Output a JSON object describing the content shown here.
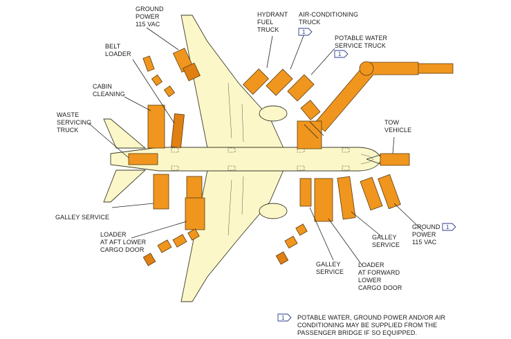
{
  "labels": {
    "ground_power_top": [
      "GROUND",
      "POWER",
      "115 VAC"
    ],
    "hydrant_fuel_truck": [
      "HYDRANT",
      "FUEL",
      "TRUCK"
    ],
    "air_conditioning_truck": [
      "AIR-CONDITIONING",
      "TRUCK"
    ],
    "potable_water_truck": [
      "POTABLE WATER",
      "SERVICE TRUCK"
    ],
    "belt_loader": [
      "BELT",
      "LOADER"
    ],
    "cabin_cleaning": [
      "CABIN",
      "CLEANING"
    ],
    "waste_servicing_truck": [
      "WASTE",
      "SERVICING",
      "TRUCK"
    ],
    "tow_vehicle": [
      "TOW",
      "VEHICLE"
    ],
    "galley_service_left": [
      "GALLEY SERVICE"
    ],
    "loader_aft": [
      "LOADER",
      "AT AFT LOWER",
      "CARGO DOOR"
    ],
    "galley_service_bottom": [
      "GALLEY",
      "SERVICE"
    ],
    "loader_forward": [
      "LOADER",
      "AT FORWARD",
      "LOWER",
      "CARGO DOOR"
    ],
    "galley_service_right": [
      "GALLEY",
      "SERVICE"
    ],
    "ground_power_right": [
      "GROUND",
      "POWER",
      "115 VAC"
    ]
  },
  "flag_number": "1",
  "note": {
    "flag": "1",
    "lines": [
      "POTABLE WATER, GROUND POWER AND/OR AIR",
      "CONDITIONING MAY BE SUPPLIED FROM THE",
      "PASSENGER BRIDGE IF SO EQUIPPED."
    ]
  },
  "colors": {
    "vehicle": "#f0961e",
    "airframe": "#fbf7c8",
    "flag_outline": "#2b3a8c"
  }
}
